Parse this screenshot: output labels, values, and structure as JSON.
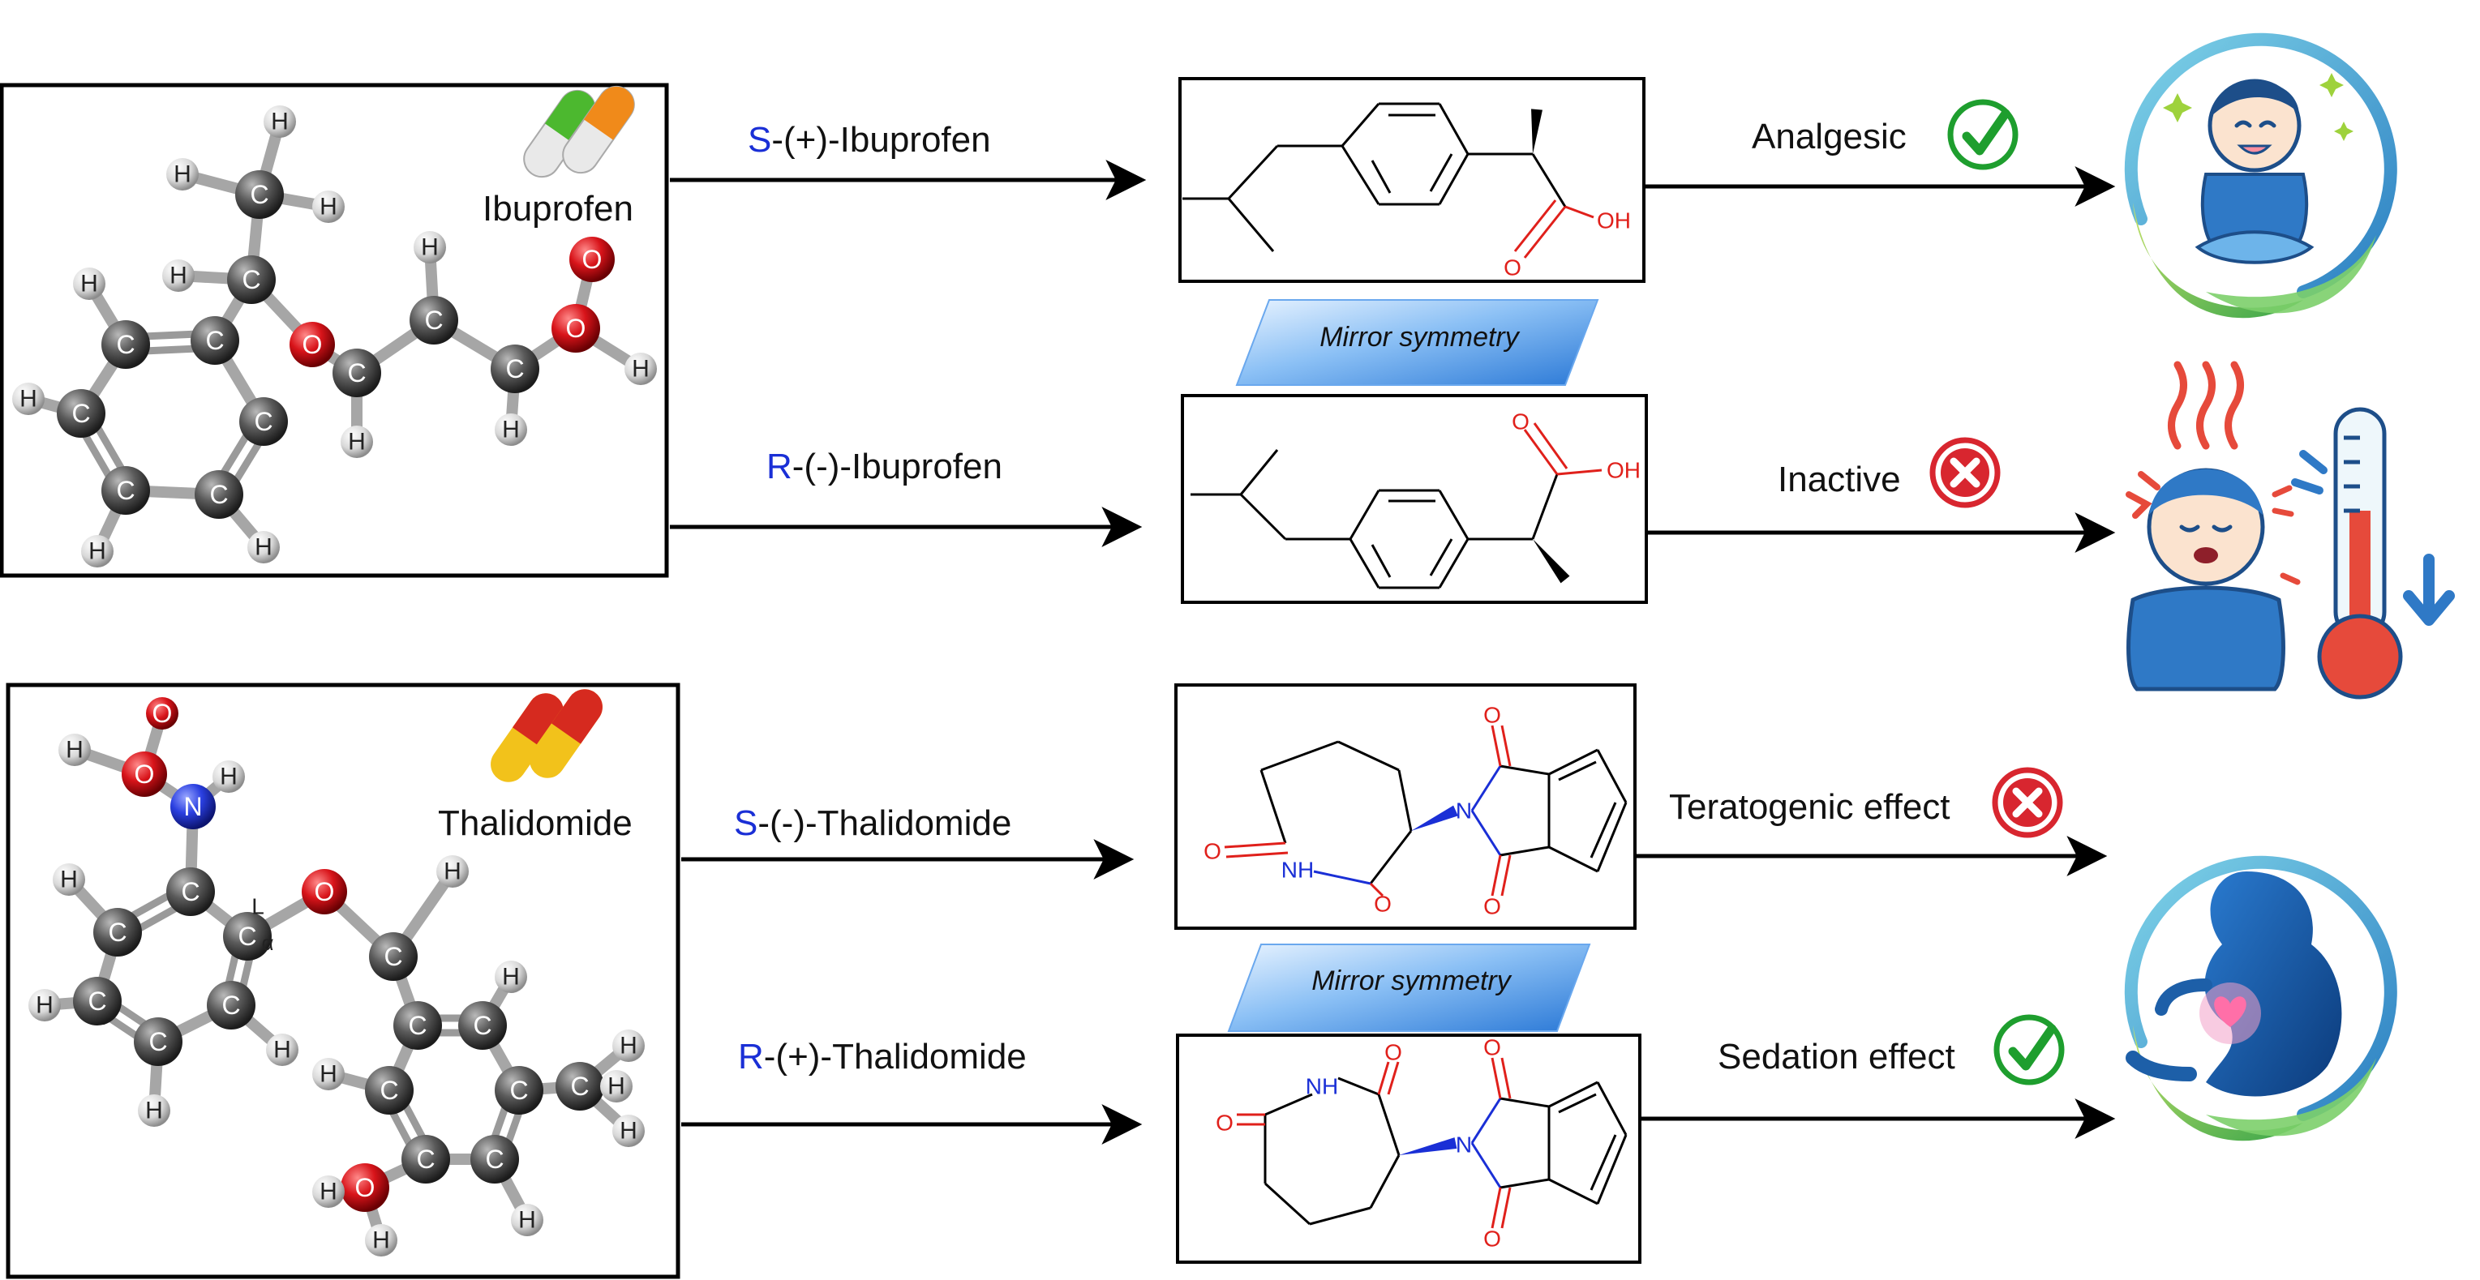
{
  "panels": {
    "ibuprofen": {
      "drug_label": "Ibuprofen",
      "pathways": [
        {
          "name_prefix": "S",
          "name_rest": "-(+)-Ibuprofen",
          "effect": "Analgesic",
          "outcome": "check"
        },
        {
          "name_prefix": "R",
          "name_rest": "-(-)-Ibuprofen",
          "effect": "Inactive",
          "outcome": "cross"
        }
      ],
      "mirror_label": "Mirror symmetry"
    },
    "thalidomide": {
      "drug_label": "Thalidomide",
      "pathways": [
        {
          "name_prefix": "S",
          "name_rest": "-(-)-Thalidomide",
          "effect": "Teratogenic effect",
          "outcome": "cross"
        },
        {
          "name_prefix": "R",
          "name_rest": "-(+)-Thalidomide",
          "effect": "Sedation effect",
          "outcome": "check"
        }
      ],
      "mirror_label": "Mirror symmetry"
    }
  },
  "molecule_labels": {
    "hydroxyl": "OH",
    "oxygen": "O",
    "nitrogen": "N",
    "amide": "NH"
  },
  "model_atom_labels": {
    "carbon": "C",
    "hydrogen": "H",
    "oxygen": "O",
    "nitrogen": "N",
    "alpha": "α",
    "L": "L"
  },
  "icons": [
    "pill-green-orange-icon",
    "pill-red-yellow-icon",
    "check-icon",
    "cross-icon",
    "happy-child-icon",
    "sick-child-thermometer-icon",
    "fetus-icon"
  ],
  "colors": {
    "stereo_letter": "#1a2fd6",
    "check": "#1e9e2e",
    "cross": "#d8262f",
    "acid_red": "#e0201b",
    "nitrogen_blue": "#1a2fd6",
    "mirror_banner": "#4a90e2"
  }
}
